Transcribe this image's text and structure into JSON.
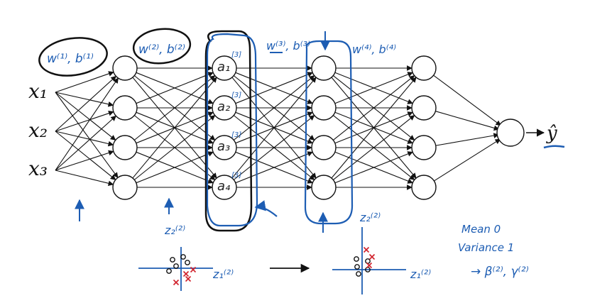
{
  "inputs": [
    "x₁",
    "x₂",
    "x₃"
  ],
  "output": "ŷ",
  "activations": [
    "a₁",
    "a₂",
    "a₃",
    "a₄"
  ],
  "activation_sup": "[3]",
  "layer_params": [
    "w⁽¹⁾, b⁽¹⁾",
    "w⁽²⁾, b⁽²⁾",
    "w⁽³⁾, b⁽³⁾",
    "w⁽⁴⁾, b⁽⁴⁾"
  ],
  "scatter_left": {
    "y_label": "z₂⁽²⁾",
    "x_label": "z₁⁽²⁾"
  },
  "scatter_right": {
    "y_label": "z₂⁽²⁾",
    "x_label": "z₁⁽²⁾"
  },
  "notes": {
    "mean": "Mean 0",
    "variance": "Variance 1",
    "params": "→ β⁽²⁾, γ⁽²⁾"
  },
  "colors": {
    "ink": "#111111",
    "blue_ink": "#1d5db3",
    "red_ink": "#d0202a"
  }
}
